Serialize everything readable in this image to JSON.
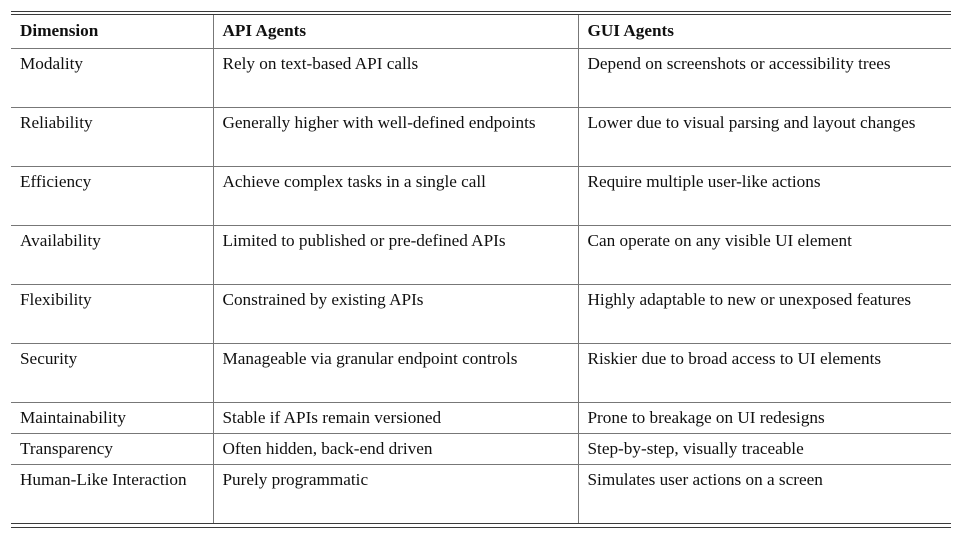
{
  "table": {
    "name": "api-vs-gui-agents-comparison",
    "columns": [
      "Dimension",
      "API Agents",
      "GUI Agents"
    ],
    "rows": [
      {
        "dimension": "Modality",
        "api": "Rely on text-based API calls",
        "gui": "Depend on screenshots or accessibil­ity trees",
        "height": "tall"
      },
      {
        "dimension": "Reliability",
        "api": "Generally higher with well-defined endpoints",
        "gui": "Lower due to visual parsing and lay­out changes",
        "height": "tall"
      },
      {
        "dimension": "Efficiency",
        "api": "Achieve complex tasks in a single call",
        "gui": "Require multiple user-like actions",
        "height": "tall"
      },
      {
        "dimension": "Availability",
        "api": "Limited to published or pre-defined APIs",
        "gui": "Can operate on any visible UI ele­ment",
        "height": "tall"
      },
      {
        "dimension": "Flexibility",
        "api": "Constrained by existing APIs",
        "gui": "Highly adaptable to new or unex­posed features",
        "height": "tall"
      },
      {
        "dimension": "Security",
        "api": "Manageable via granular endpoint controls",
        "gui": "Riskier due to broad access to UI elements",
        "height": "tall"
      },
      {
        "dimension": "Maintainability",
        "api": "Stable if APIs remain versioned",
        "gui": "Prone to breakage on UI redesigns",
        "height": "short"
      },
      {
        "dimension": "Transparency",
        "api": "Often hidden, back-end driven",
        "gui": "Step-by-step, visually traceable",
        "height": "short"
      },
      {
        "dimension": "Human-Like Inter­action",
        "api": "Purely programmatic",
        "gui": "Simulates user actions on a screen",
        "height": "tall"
      }
    ]
  },
  "style": {
    "text_color": "#101010",
    "rule_color": "#3a3a3a",
    "inner_rule_color": "#777777",
    "background": "#ffffff"
  }
}
